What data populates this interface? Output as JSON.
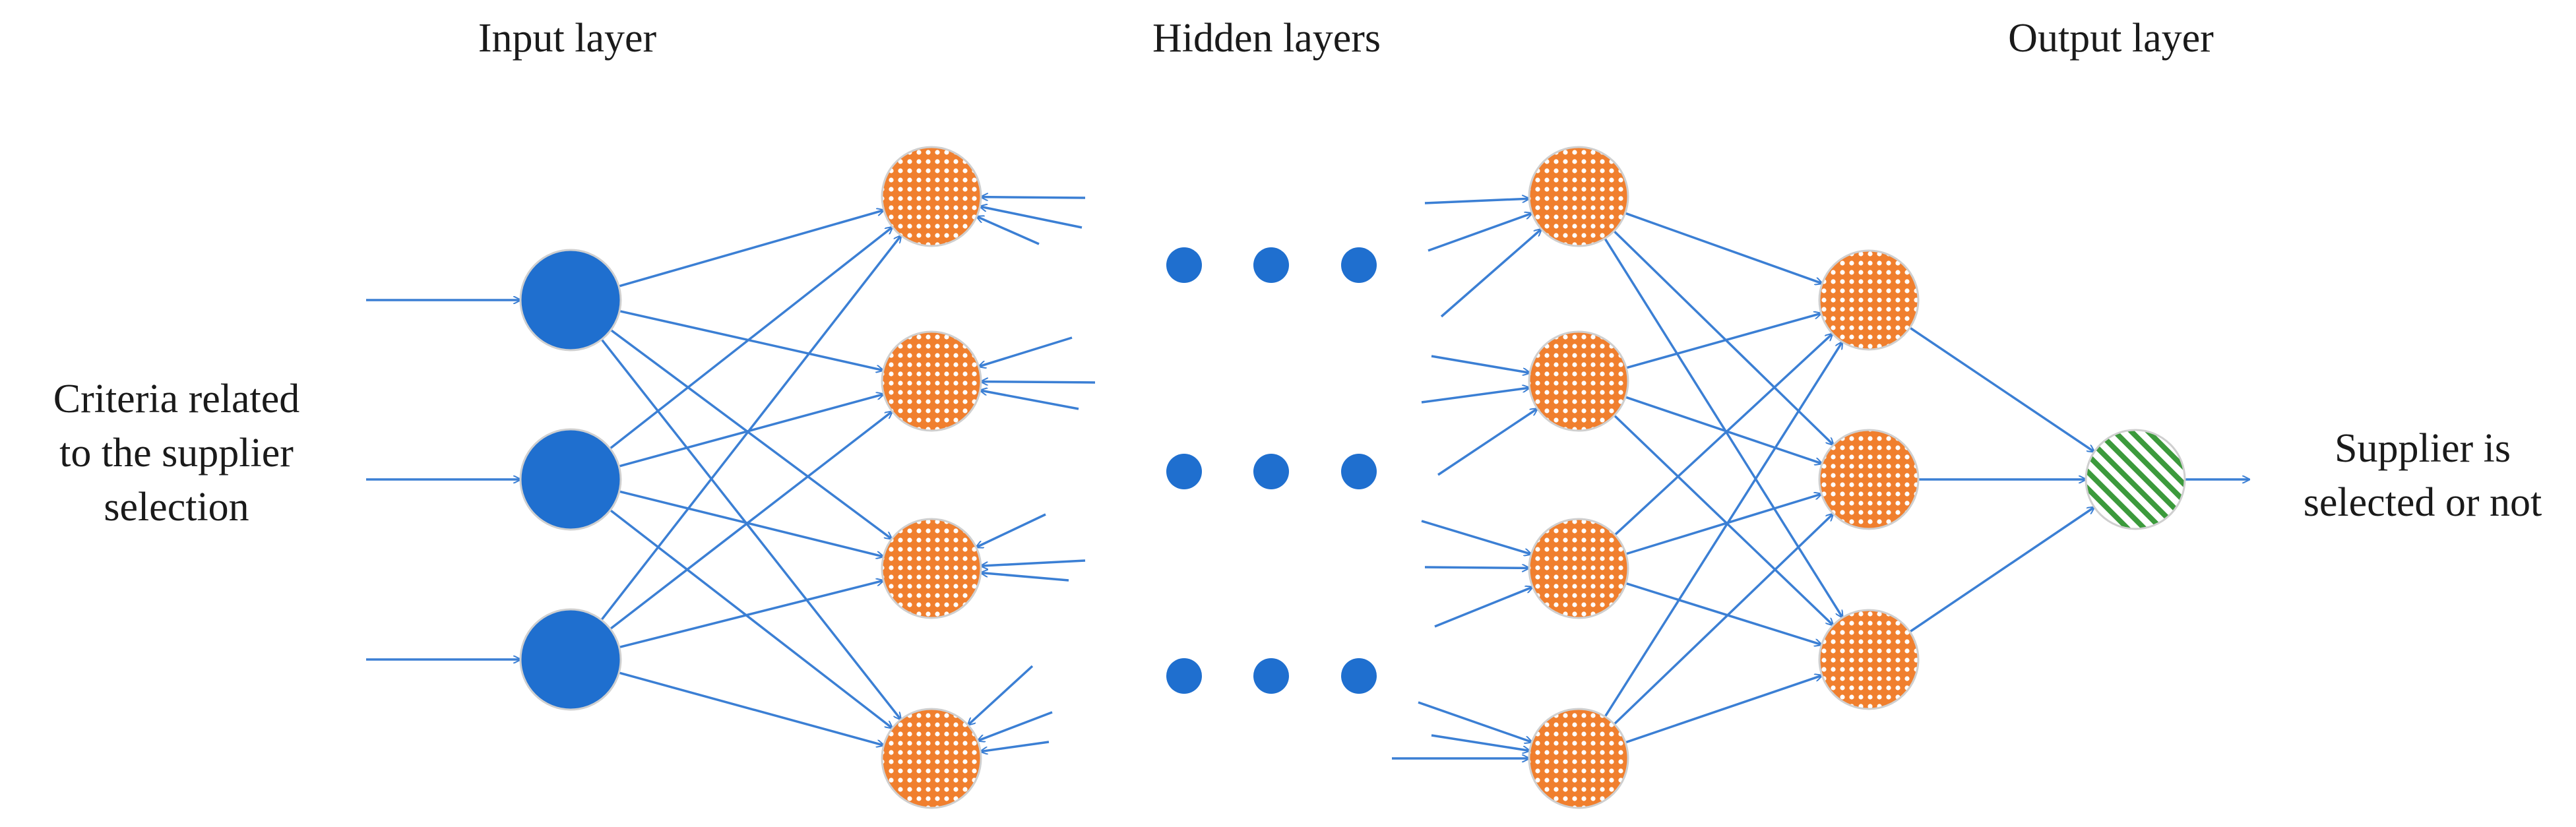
{
  "headers": {
    "input": "Input layer",
    "hidden": "Hidden layers",
    "output": "Output layer"
  },
  "input_label": [
    "Criteria related",
    "to the supplier",
    "selection"
  ],
  "output_label": [
    "Supplier is",
    "selected or not"
  ],
  "colors": {
    "input_node": "#1f6fcf",
    "hidden_node": "#f07f2e",
    "output_node": "#3c9a3c",
    "edge": "#3b7fd4",
    "ellipsis_dot": "#1f6fcf"
  },
  "network": {
    "input_nodes": 3,
    "hidden_layer_1_nodes": 4,
    "hidden_layer_last_nodes": 4,
    "hidden_layer_3_nodes": 3,
    "output_nodes": 1,
    "ellipsis_rows": 3,
    "dots_per_row": 3
  }
}
